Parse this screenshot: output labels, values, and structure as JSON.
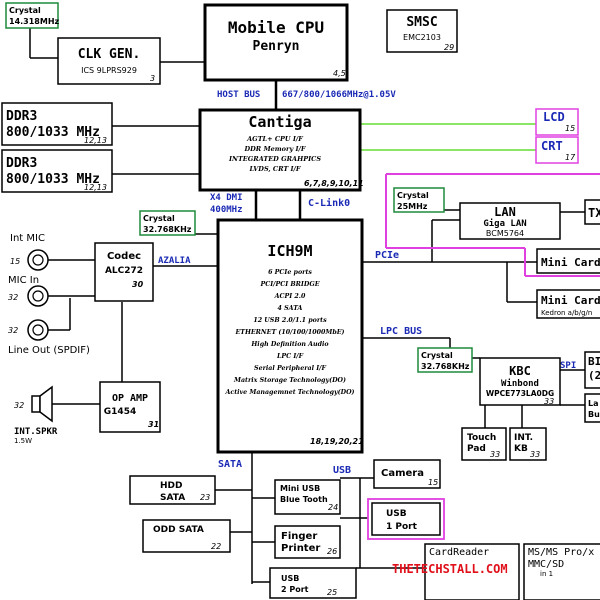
{
  "colors": {
    "label_blue": "#1a2ab5",
    "watermark_red": "#e0101a",
    "crystal_green": "#1f8a3a",
    "magenta": "#e040e0",
    "green_line": "#66dd33"
  },
  "crystal_main": {
    "label": "Crystal",
    "freq": "14.318MHz"
  },
  "clkgen": {
    "title": "CLK GEN.",
    "part": "ICS 9LPRS929",
    "page": "3"
  },
  "cpu": {
    "title": "Mobile CPU",
    "sub": "Penryn",
    "page": "4,5"
  },
  "smsc": {
    "title": "SMSC",
    "part": "EMC2103",
    "page": "29"
  },
  "host_bus": {
    "label": "HOST BUS",
    "speed": "667/800/1066MHz@1.05V"
  },
  "ddr": [
    {
      "title": "DDR3",
      "speed": "800/1033 MHz",
      "page": "12,13"
    },
    {
      "title": "DDR3",
      "speed": "800/1033 MHz",
      "page": "12,13"
    }
  ],
  "cantiga": {
    "title": "Cantiga",
    "features": [
      "AGTL+ CPU I/F",
      "DDR Memory I/F",
      "INTEGRATED GRAHPICS",
      "LVDS, CRT I/F"
    ],
    "page": "6,7,8,9,10,11"
  },
  "lcd": {
    "label": "LCD",
    "page": "15"
  },
  "crt": {
    "label": "CRT",
    "page": "17"
  },
  "dmi": {
    "line1": "X4 DMI",
    "line2": "400MHz"
  },
  "clink": "C-Link0",
  "crystal_32k_a": {
    "label": "Crystal",
    "freq": "32.768KHz"
  },
  "ich": {
    "title": "ICH9M",
    "features": [
      "6 PCIe ports",
      "PCI/PCI BRIDGE",
      "ACPI 2.0",
      "4 SATA",
      "12 USB 2.0/1.1 ports",
      "ETHERNET (10/100/1000MbE)",
      "High Definition Audio",
      "LPC I/F",
      "Serial Peripheral I/F",
      "Matrix Storage Technology(DO)",
      "Active Managemnet Technology(DO)"
    ],
    "page": "18,19,20,21"
  },
  "pcie": "PCIe",
  "lpc_bus": "LPC BUS",
  "azalia": "AZALIA",
  "sata": "SATA",
  "usb": "USB",
  "crystal_25m": {
    "label": "Crystal",
    "freq": "25MHz"
  },
  "lan": {
    "title": "LAN",
    "sub": "Giga LAN",
    "part": "BCM5764"
  },
  "tx": "TX",
  "mini_card1": {
    "label": "Mini Card"
  },
  "mini_card2": {
    "label": "Mini Card",
    "sub": "Kedron a/b/g/n"
  },
  "audio_jacks": {
    "int_mic": "Int MIC",
    "int_mic_page": "15",
    "mic_in": "MIC In",
    "mic_in_page": "32",
    "line_out_page": "32",
    "line_out": "Line Out (SPDIF)"
  },
  "codec": {
    "title": "Codec",
    "part": "ALC272",
    "page": "30"
  },
  "opamp": {
    "title": "OP AMP",
    "part": "G1454",
    "page": "31"
  },
  "speaker": {
    "page": "32",
    "label": "INT.SPKR",
    "watt": "1.5W"
  },
  "crystal_32k_b": {
    "label": "Crystal",
    "freq": "32.768KHz"
  },
  "spi": "SPI",
  "kbc": {
    "title": "KBC",
    "sub": "Winbond",
    "part": "WPCE773LA0DG",
    "page": "33"
  },
  "bios": {
    "line1": "BI",
    "line2": "(2"
  },
  "la": {
    "line1": "La",
    "line2": "Bu"
  },
  "touchpad": {
    "line1": "Touch",
    "line2": "Pad",
    "page": "33"
  },
  "intkb": {
    "line1": "INT.",
    "line2": "KB",
    "page": "33"
  },
  "hdd": {
    "line1": "HDD",
    "line2": "SATA",
    "page": "23"
  },
  "odd": {
    "label": "ODD SATA",
    "page": "22"
  },
  "miniusb": {
    "line1": "Mini USB",
    "line2": "Blue Tooth",
    "page": "24"
  },
  "camera": {
    "label": "Camera",
    "page": "15"
  },
  "usb1": {
    "line1": "USB",
    "line2": "1 Port"
  },
  "finger": {
    "line1": "Finger",
    "line2": "Printer",
    "page": "26"
  },
  "usb2": {
    "line1": "USB",
    "line2": "2 Port",
    "page": "25"
  },
  "cardreader": "CardReader",
  "msms": {
    "line1": "MS/MS Pro/x",
    "line2": "MMC/SD",
    "line3": "in 1"
  },
  "watermark": "THETECHSTALL.COM"
}
